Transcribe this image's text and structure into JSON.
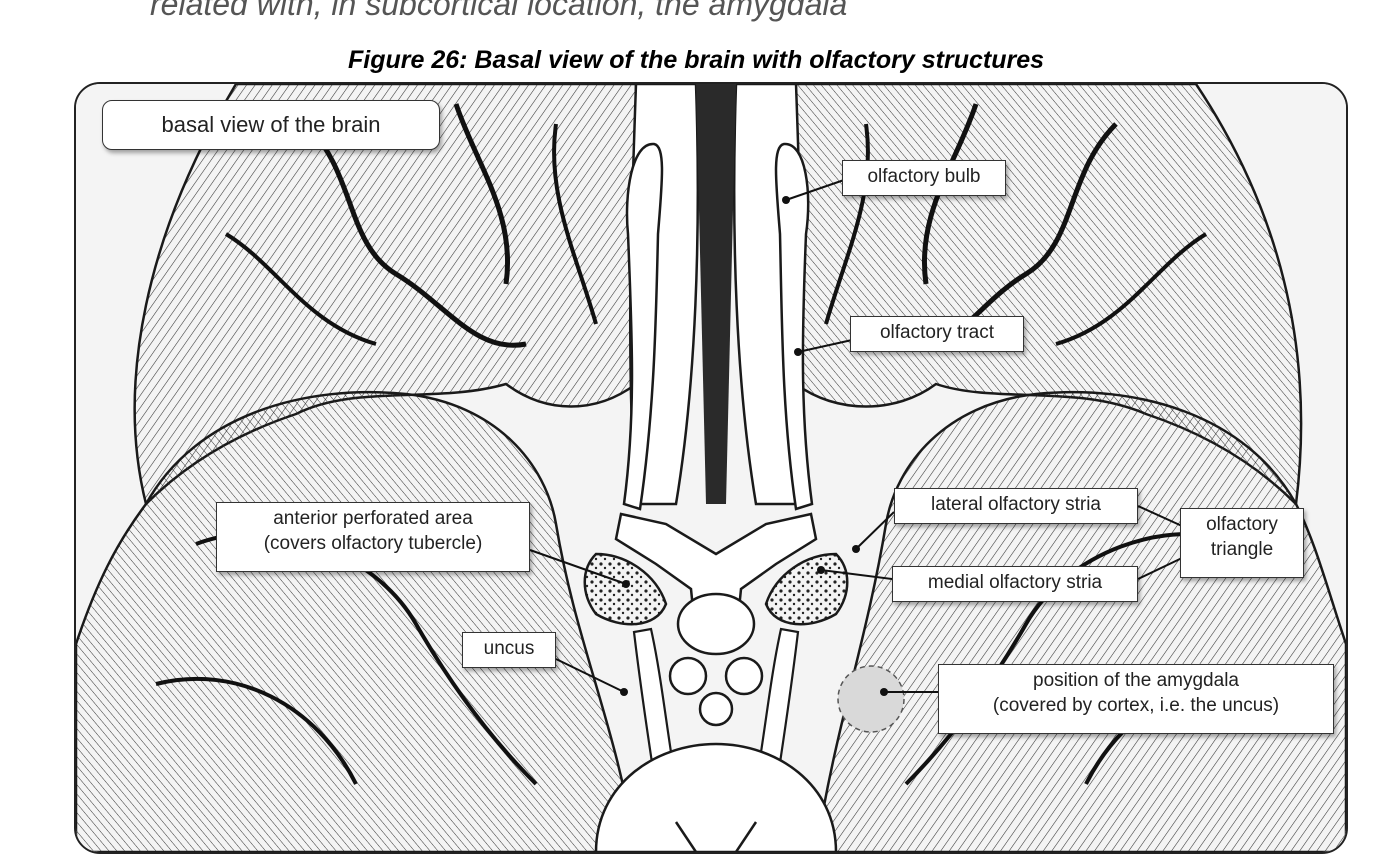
{
  "header": {
    "top_text": "related with, in subcortical location, the amygdala",
    "figure_title": "Figure 26: Basal view of the brain with olfactory structures"
  },
  "labels": {
    "view_title": "basal view of the brain",
    "olfactory_bulb": "olfactory bulb",
    "olfactory_tract": "olfactory tract",
    "lateral_stria": "lateral olfactory stria",
    "medial_stria": "medial olfactory stria",
    "triangle_line1": "olfactory",
    "triangle_line2": "triangle",
    "perforated_line1": "anterior perforated area",
    "perforated_line2": "(covers olfactory tubercle)",
    "uncus": "uncus",
    "amygdala_line1": "position of the amygdala",
    "amygdala_line2": "(covered by cortex, i.e. the uncus)"
  },
  "colors": {
    "ink": "#1a1a1a",
    "amygdala_fill": "#d9d9d9"
  }
}
